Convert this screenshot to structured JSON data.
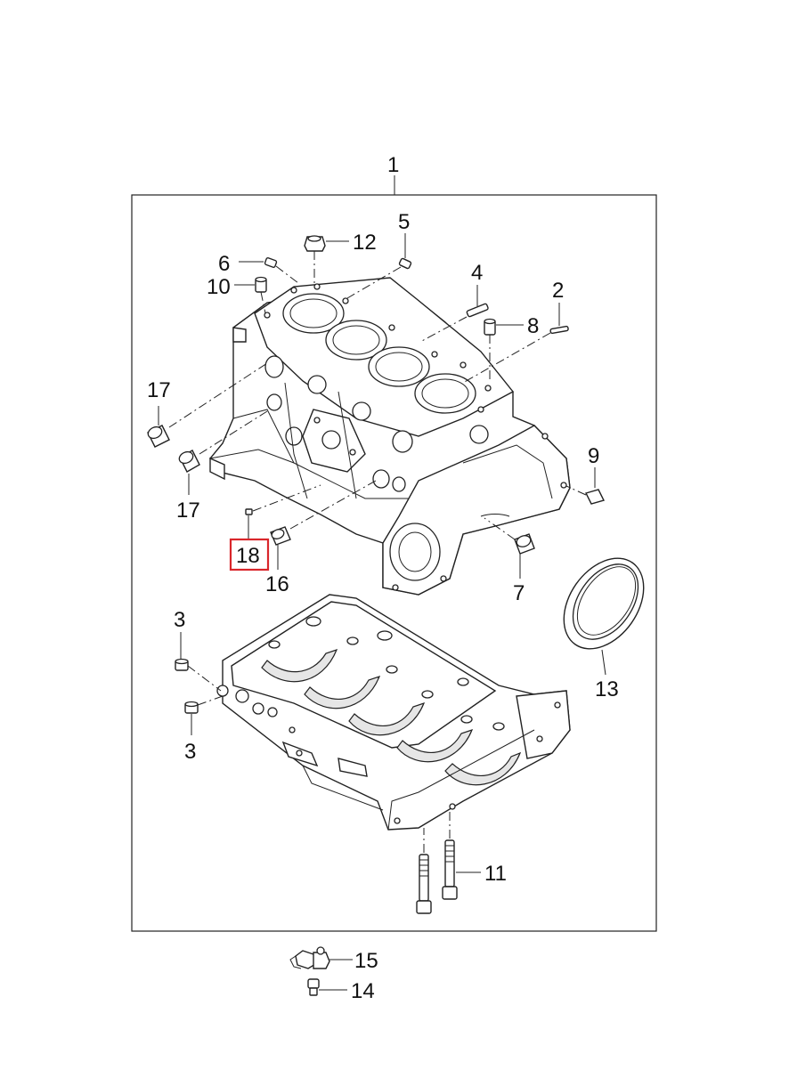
{
  "callouts": [
    {
      "id": "1",
      "label": "1"
    },
    {
      "id": "2",
      "label": "2"
    },
    {
      "id": "3a",
      "label": "3"
    },
    {
      "id": "3b",
      "label": "3"
    },
    {
      "id": "4",
      "label": "4"
    },
    {
      "id": "5",
      "label": "5"
    },
    {
      "id": "6",
      "label": "6"
    },
    {
      "id": "7",
      "label": "7"
    },
    {
      "id": "8",
      "label": "8"
    },
    {
      "id": "9",
      "label": "9"
    },
    {
      "id": "10",
      "label": "10"
    },
    {
      "id": "11",
      "label": "11"
    },
    {
      "id": "12",
      "label": "12"
    },
    {
      "id": "13",
      "label": "13"
    },
    {
      "id": "14",
      "label": "14"
    },
    {
      "id": "15",
      "label": "15"
    },
    {
      "id": "16",
      "label": "16"
    },
    {
      "id": "17a",
      "label": "17"
    },
    {
      "id": "17b",
      "label": "17"
    },
    {
      "id": "18",
      "label": "18"
    }
  ],
  "highlighted_callout": "18",
  "colors": {
    "highlight": "#d9262b",
    "line": "#222222"
  }
}
